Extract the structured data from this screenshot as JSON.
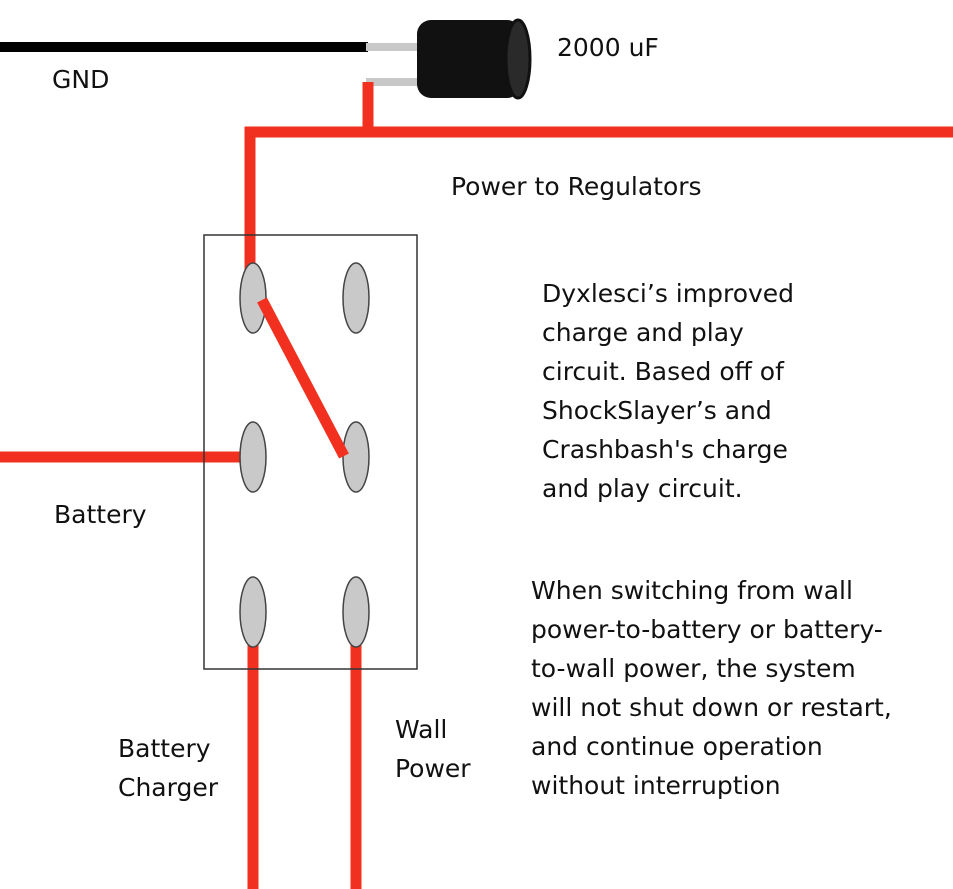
{
  "labels": {
    "gnd": "GND",
    "capacitor_value": "2000 uF",
    "power_to_regulators": "Power to Regulators",
    "battery": "Battery",
    "battery_charger_line1": "Battery",
    "battery_charger_line2": "Charger",
    "wall_power_line1": "Wall",
    "wall_power_line2": "Power"
  },
  "description": {
    "lines": [
      "Dyxlesci’s improved",
      "charge and play",
      "circuit. Based off of",
      "ShockSlayer’s and",
      "Crashbash's charge",
      "and play circuit."
    ]
  },
  "note": {
    "lines": [
      "When switching from wall",
      "power-to-battery or battery-",
      "to-wall power, the system",
      "will not shut down or restart,",
      "and continue operation",
      "without interruption"
    ]
  },
  "colors": {
    "wire_power": "#f2301f",
    "wire_ground": "#000000",
    "capacitor_body": "#111111",
    "capacitor_lead": "#c8c8c8",
    "terminal_fill": "#c9c9c9",
    "terminal_stroke": "#444444",
    "switch_outline": "#333333"
  },
  "icons": {
    "capacitor": "electrolytic-capacitor-icon",
    "switch": "dpdt-toggle-switch-icon"
  }
}
